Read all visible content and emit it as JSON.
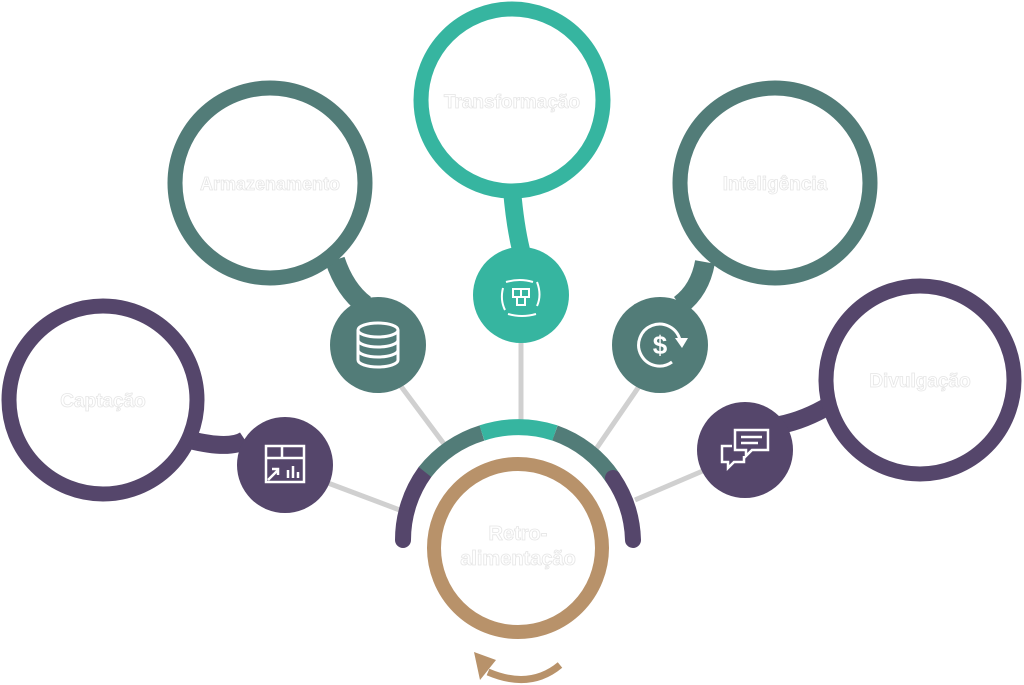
{
  "stages": [
    {
      "id": "captacao",
      "label": "Captação",
      "icon": "table-chart-icon",
      "color": "#55466b"
    },
    {
      "id": "armazenamento",
      "label": "Armazenamento",
      "icon": "database-icon",
      "color": "#527c78"
    },
    {
      "id": "transformacao",
      "label": "Transformação",
      "icon": "cubes-transform-icon",
      "color": "#36b5a0"
    },
    {
      "id": "inteligencia",
      "label": "Inteligência",
      "icon": "dollar-cycle-icon",
      "color": "#527c78"
    },
    {
      "id": "divulgacao",
      "label": "Divulgação",
      "icon": "chat-bubbles-icon",
      "color": "#55466b"
    }
  ],
  "center": {
    "line1": "Retro-",
    "line2": "alimentação",
    "color": "#b8926a"
  },
  "connector_color": "#d0d0d0"
}
